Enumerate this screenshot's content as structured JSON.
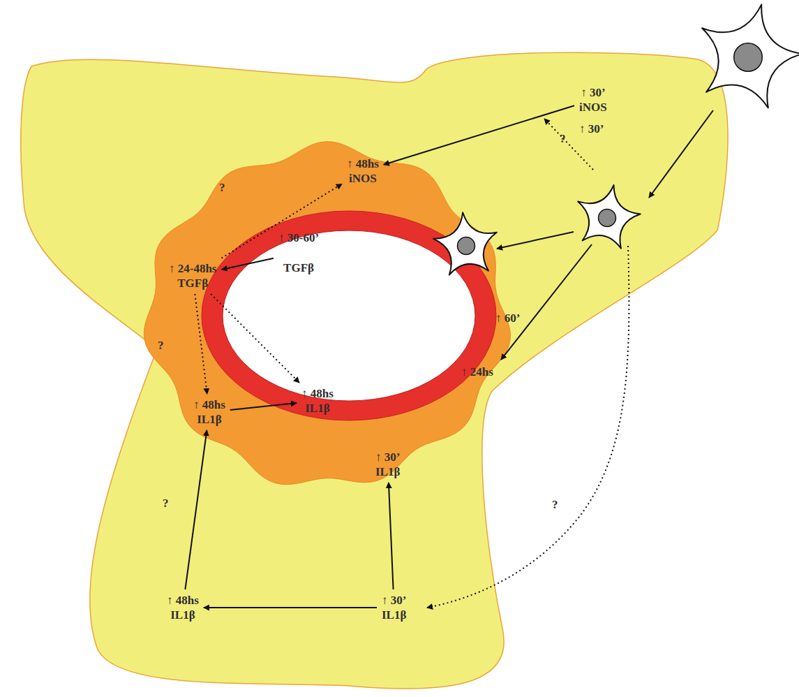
{
  "diagram": {
    "nodes": [
      {
        "text": [
          "↑ 30’",
          "iNOS"
        ]
      },
      {
        "text": [
          "↑ 48hs",
          "iNOS"
        ]
      },
      {
        "text": [
          "↑ 30-60’",
          "TGFβ"
        ]
      },
      {
        "text": [
          "↑ 24-48hs",
          "TGFβ"
        ]
      },
      {
        "text": [
          "↑ 48hs",
          "IL1β"
        ]
      },
      {
        "text": [
          "↑ 48hs",
          "IL1β"
        ]
      },
      {
        "text": [
          "↑ 30’",
          "IL1β"
        ]
      },
      {
        "text": [
          "↑ 48hs",
          "IL1β"
        ]
      },
      {
        "text": [
          "↑ 30’",
          "IL1β"
        ]
      }
    ],
    "edges": [
      {
        "from": 0,
        "to": 1,
        "arrow": "to"
      },
      {
        "from": 2,
        "to": 3,
        "arrow": "to"
      },
      {
        "from": 3,
        "to": 1,
        "arrow": "to"
      },
      {
        "from": 3,
        "to": 5,
        "arrow": "to"
      },
      {
        "from": 3,
        "to": 4,
        "arrow": "to"
      },
      {
        "from": 5,
        "to": 4,
        "arrow": "to"
      },
      {
        "from": 8,
        "to": 6,
        "arrow": "to"
      },
      {
        "from": 8,
        "to": 7,
        "arrow": "to"
      },
      {
        "from": 7,
        "to": 5,
        "arrow": "to"
      }
    ],
    "labels": [
      "↑ 30’",
      "↑ 60’",
      "↑ 24hs",
      "?",
      "?",
      "?",
      "?",
      "?"
    ]
  }
}
